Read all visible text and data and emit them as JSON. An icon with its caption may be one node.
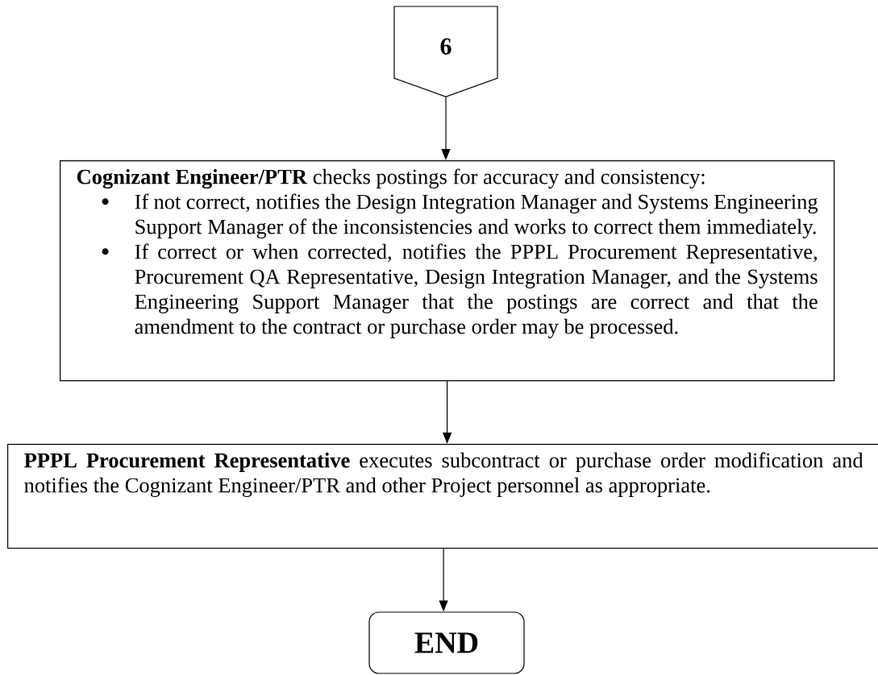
{
  "diagram": {
    "nodes": [
      {
        "text": [
          "6"
        ]
      },
      {
        "text": [
          "**Cognizant Engineer/PTR** checks postings for accuracy and consistency:",
          "If not correct, notifies the Design Integration Manager and Systems Engineering Support Manager of the inconsistencies and works to correct them immediately.",
          "If correct or when corrected, notifies the PPPL Procurement Representative, Procurement QA Representative, Design Integration Manager, and the Systems Engineering Support Manager that the postings are correct and that the amendment to the contract or purchase order may be processed."
        ]
      },
      {
        "text": [
          "**PPPL Procurement Representative** executes subcontract or purchase order modification and notifies the Cognizant Engineer/PTR and other Project personnel as appropriate."
        ]
      },
      {
        "text": [
          "END"
        ]
      }
    ],
    "edges": [
      {
        "from": 0,
        "to": 1,
        "arrow": "to"
      },
      {
        "from": 1,
        "to": 2,
        "arrow": "to"
      },
      {
        "from": 2,
        "to": 3,
        "arrow": "to"
      }
    ]
  }
}
